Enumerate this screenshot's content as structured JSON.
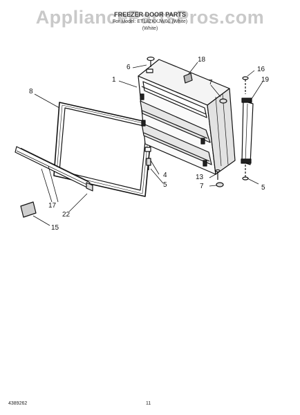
{
  "header": {
    "watermark": "AppliancePartsPros.com",
    "title": "FREEZER DOOR PARTS",
    "subtitle": "For Model: ET18ZKXJW00 (White)",
    "color_note": "(White)"
  },
  "callouts": {
    "c1": "1",
    "c4": "4",
    "c5a": "5",
    "c5b": "5",
    "c6": "6",
    "c7a": "7",
    "c7b": "7",
    "c8": "8",
    "c13": "13",
    "c15": "15",
    "c16": "16",
    "c17": "17",
    "c18": "18",
    "c19": "19",
    "c22": "22"
  },
  "footer": {
    "doc_number": "4389262",
    "page_number": "11"
  }
}
